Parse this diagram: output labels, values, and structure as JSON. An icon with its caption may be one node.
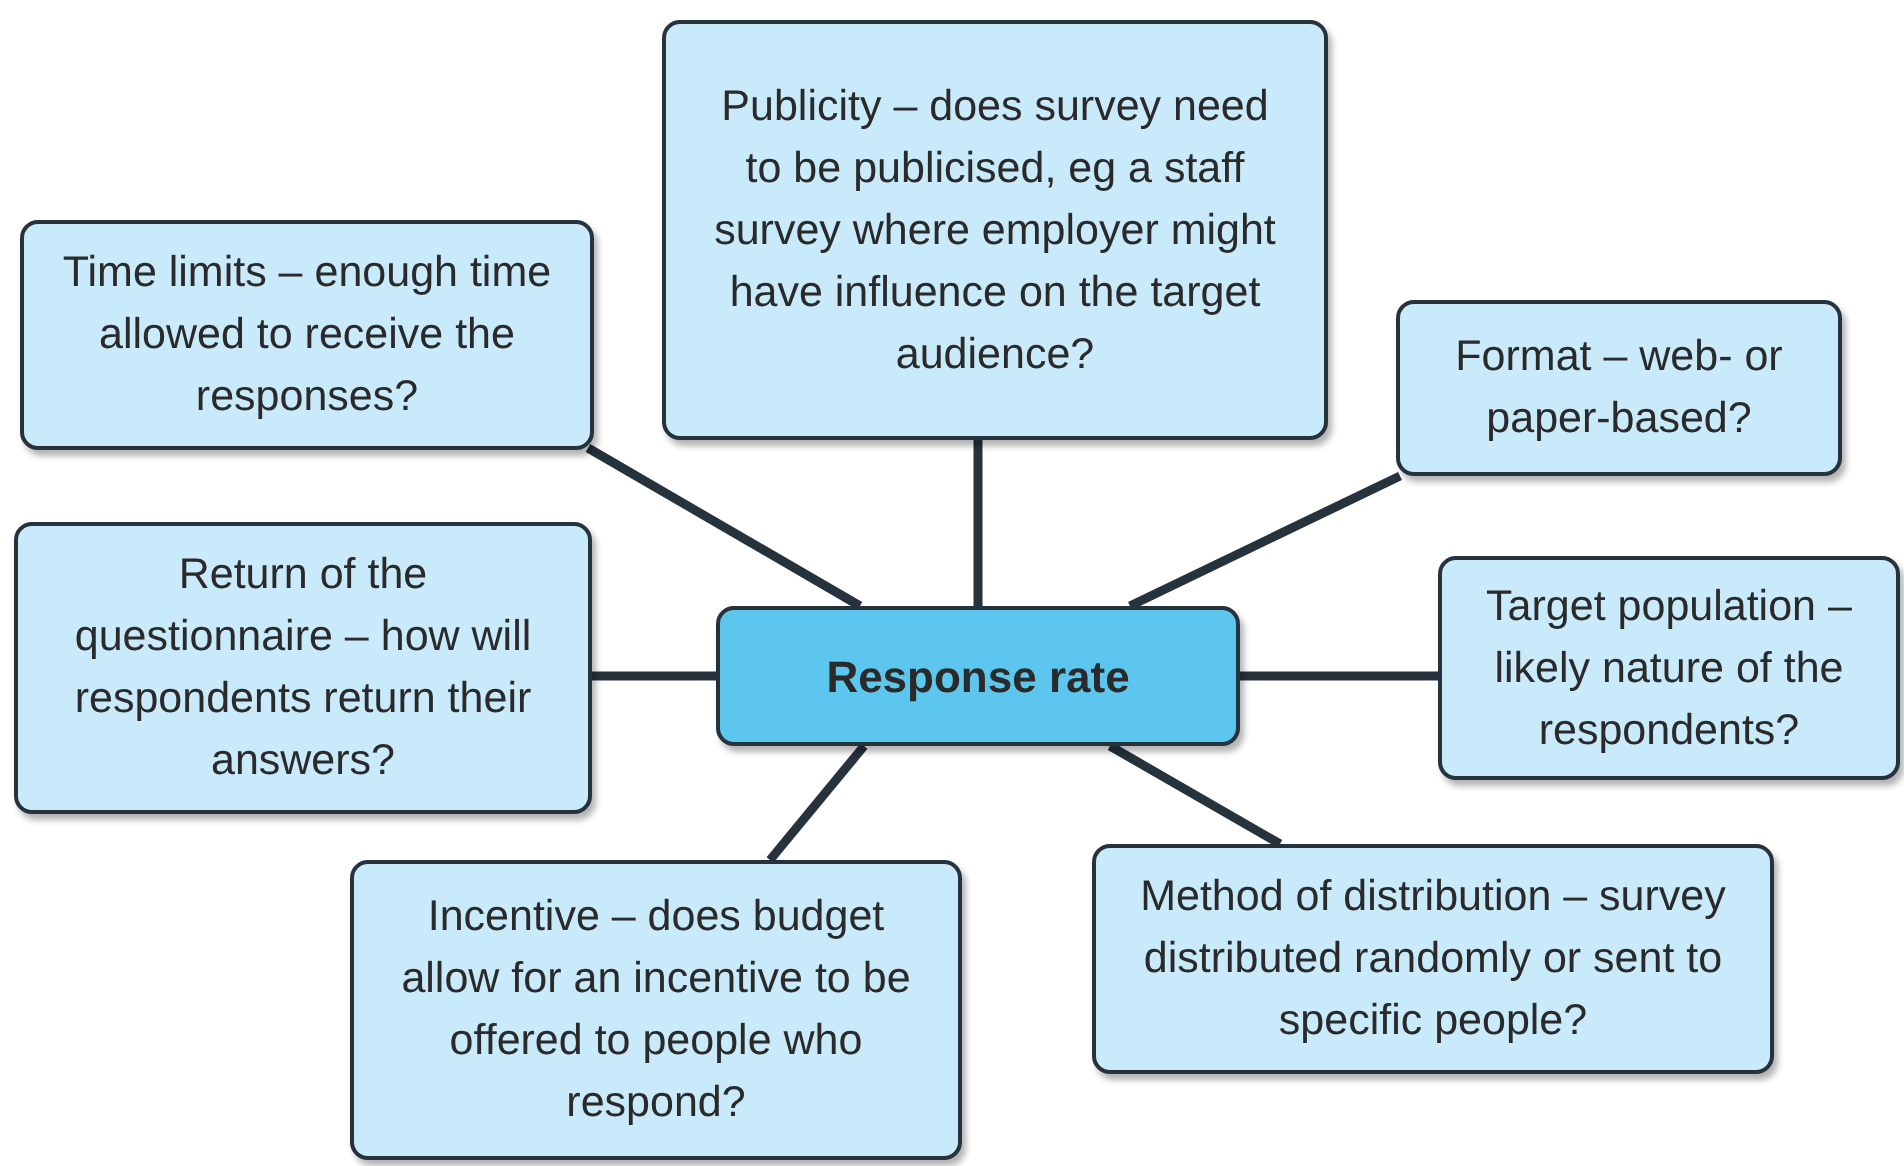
{
  "diagram": {
    "nodes": [
      {
        "text": [
          "Publicity – does survey need to be publicised, eg a staff survey where employer might have influence on the target audience?"
        ]
      },
      {
        "text": [
          "Time limits – enough time allowed to receive the responses?"
        ]
      },
      {
        "text": [
          "Format – web- or paper-based?"
        ]
      },
      {
        "text": [
          "Return of the questionnaire – how will respondents return their answers?"
        ]
      },
      {
        "text": [
          "Response rate"
        ]
      },
      {
        "text": [
          "Target population – likely nature of the respondents?"
        ]
      },
      {
        "text": [
          "Incentive – does budget allow for an incentive to be offered to people who respond?"
        ]
      },
      {
        "text": [
          "Method of distribution – survey distributed randomly or sent to specific people?"
        ]
      }
    ],
    "edges": [
      {
        "from": 4,
        "to": 0,
        "arrow": "none"
      },
      {
        "from": 4,
        "to": 1,
        "arrow": "none"
      },
      {
        "from": 4,
        "to": 2,
        "arrow": "none"
      },
      {
        "from": 4,
        "to": 3,
        "arrow": "none"
      },
      {
        "from": 4,
        "to": 5,
        "arrow": "none"
      },
      {
        "from": 4,
        "to": 6,
        "arrow": "none"
      },
      {
        "from": 4,
        "to": 7,
        "arrow": "none"
      }
    ]
  }
}
